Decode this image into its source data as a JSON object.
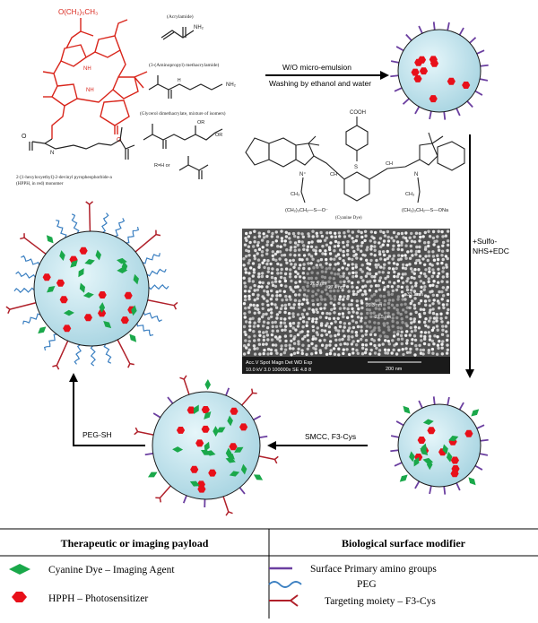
{
  "chemistry": {
    "hpph_substituent": "O(CH₂)₅CH₃",
    "hpph_caption_line1": "2-[1-hexyloxyethyl]-2-devinyl pyropheophorbide-a",
    "hpph_caption_line2": "(HPPH, in red) monomer",
    "nh_label": "NH",
    "acrylamide_title": "(Acrylamide)",
    "acrylamide_nh2": "NH₂",
    "apma_title": "(3-(Aminopropyl) methacrylamide)",
    "apma_nh2": "NH₂",
    "apma_nh": "H",
    "gdm_title": "(Glycerol dimethacrylate, mixture of isomers)",
    "gdm_or": "OR",
    "gdm_r": "R=H or",
    "cyanine_cooh": "COOH",
    "cyanine_s": "S",
    "cyanine_label": "(Cyanine Dye)",
    "cyanine_left_n": "N⁺",
    "cyanine_right_n": "N",
    "cyanine_left_ch3": "CH₃",
    "cyanine_right_ch3": "CH₃",
    "cyanine_ch_left": "CH",
    "cyanine_ch_right": "CH",
    "cyanine_chain_left": "(CH₂)₃CH₂—S—O⁻",
    "cyanine_chain_right": "(CH₂)₃CH₂—S—ONa"
  },
  "steps": {
    "emulsion_line1": "W/O micro-emulsion",
    "emulsion_line2": "Washing by ethanol and water",
    "sulfo_line1": "+Sulfo-",
    "sulfo_line2": "NHS+EDC",
    "smcc": "SMCC, F3-Cys",
    "pegsh": "PEG-SH"
  },
  "sem": {
    "measure_1": "26.5 nm",
    "measure_2": "27.4 nm",
    "measure_3": "33.1 nm",
    "measure_4": "26.3 nm",
    "measure_5": "27.5 nm",
    "info_header": "Acc.V  Spot Magn   Det  WD  Exp",
    "info_values": "10.0 kV 3.0  100000x SE   4.8   8",
    "scale_label": "200 nm"
  },
  "legend": {
    "left_title": "Therapeutic or imaging payload",
    "right_title": "Biological surface modifier",
    "item_cyanine": "Cyanine Dye – Imaging Agent",
    "item_hpph": "HPPH – Photosensitizer",
    "item_amino": "Surface Primary amino groups",
    "item_peg": "PEG",
    "item_target": "Targeting moiety – F3-Cys"
  },
  "colors": {
    "particle_fill": "#c7e7f0",
    "particle_stroke": "#1a1a1a",
    "hpph_red": "#e8101a",
    "dye_green": "#1aa84a",
    "amino_purple": "#6b3fa0",
    "peg_blue": "#3a7fc1",
    "target_red": "#b0202a",
    "chem_red": "#d9261c"
  }
}
